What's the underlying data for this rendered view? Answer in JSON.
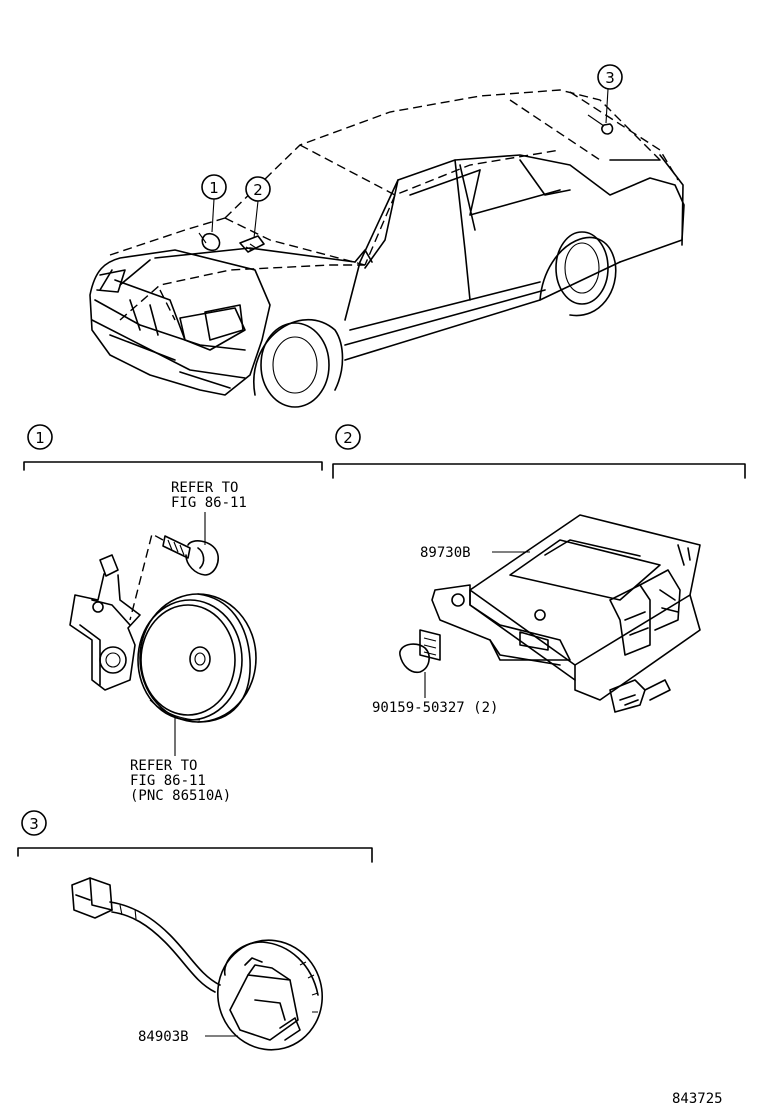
{
  "callouts": {
    "car_1": "1",
    "car_2": "2",
    "car_3": "3",
    "section_1": "1",
    "section_2": "2",
    "section_3": "3"
  },
  "section1": {
    "refer_top_line1": "REFER TO",
    "refer_top_line2": "FIG 86-11",
    "refer_bottom_line1": "REFER TO",
    "refer_bottom_line2": "FIG 86-11",
    "refer_bottom_line3": "(PNC 86510A)"
  },
  "section2": {
    "part_ecu": "89730B",
    "part_bolt": "90159-50327 (2)"
  },
  "section3": {
    "part_sensor": "84903B"
  },
  "figure_number": "843725"
}
